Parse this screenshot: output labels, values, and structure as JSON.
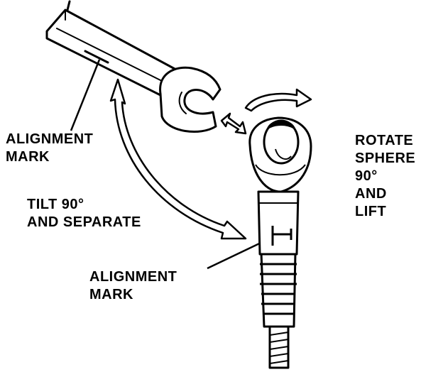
{
  "labels": {
    "alignment_mark_top": [
      "ALIGNMENT",
      "MARK"
    ],
    "tilt": [
      "TILT 90°",
      "AND SEPARATE"
    ],
    "rotate": [
      "ROTATE",
      "SPHERE",
      "90°",
      "AND",
      "LIFT"
    ],
    "alignment_mark_bottom": [
      "ALIGNMENT",
      "MARK"
    ]
  },
  "colors": {
    "ink": "#000000",
    "paper": "#ffffff"
  }
}
